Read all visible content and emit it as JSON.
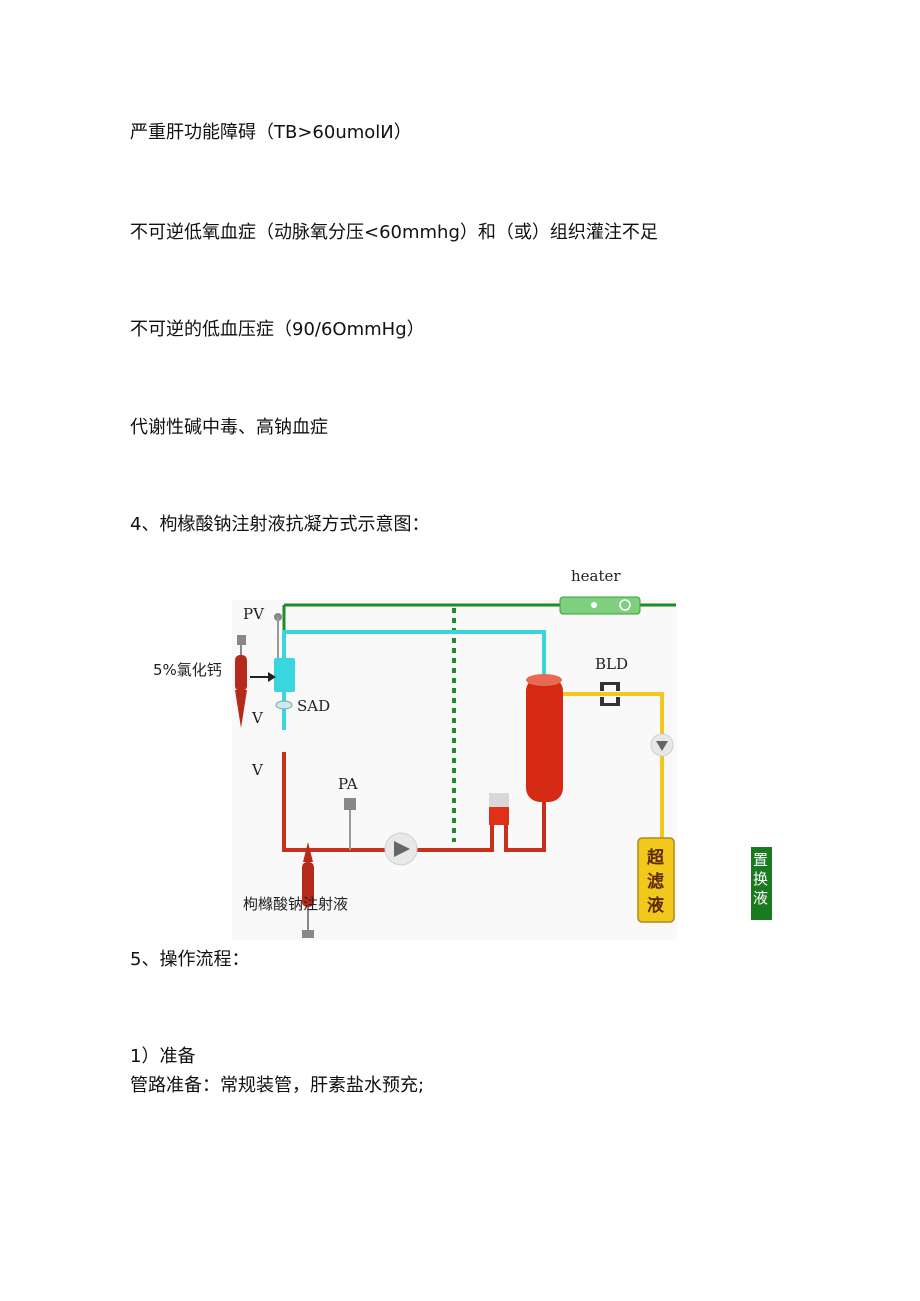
{
  "lines": {
    "l1": "严重肝功能障碍（TB>60umolИ）",
    "l2": "不可逆低氧血症（动脉氧分压<60mmhg）和（或）组织灌注不足",
    "l3": "不可逆的低血压症（90/6OmmHg）",
    "l4": "代谢性碱中毒、高钠血症",
    "l5": "4、枸椽酸钠注射液抗凝方式示意图：",
    "l6": "5、操作流程：",
    "l7": "1）准备",
    "l8": "管路准备：常规装管，肝素盐水预充;"
  },
  "diagram": {
    "heater": "heater",
    "pv": "PV",
    "v1": "V",
    "v2": "V",
    "sad": "SAD",
    "pa": "PA",
    "bld": "BLD",
    "calcium": "5%氯化钙",
    "citrate": "枸橼酸钠注射液",
    "ultrafiltrate": [
      "超",
      "滤",
      "液"
    ],
    "replacement": [
      "置",
      "换",
      "液"
    ],
    "colors": {
      "blood": "#c8301a",
      "cyan": "#39d6e0",
      "green": "#1f8c2a",
      "yellow": "#f2c81d",
      "dark_green": "#1a7a20"
    }
  }
}
